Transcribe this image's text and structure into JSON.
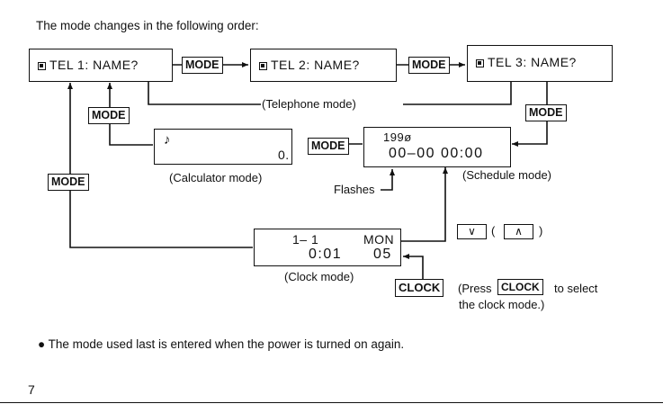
{
  "intro": "The mode changes in the following order:",
  "tel1": "TEL 1: NAME?",
  "tel2": "TEL 2: NAME?",
  "tel3": "TEL 3: NAME?",
  "key_mode": "MODE",
  "key_clock": "CLOCK",
  "telephone_mode": "(Telephone mode)",
  "calc_note_icon": "♪",
  "calc_value": "0.",
  "calculator_mode": "(Calculator mode)",
  "sched_year": "199ø",
  "sched_time": "00–00   00:00",
  "schedule_mode": "(Schedule mode)",
  "flashes": "Flashes",
  "clock_date": "1–  1",
  "clock_day": "MON",
  "clock_time": "0:01",
  "clock_sec": "05",
  "clock_mode": "(Clock mode)",
  "down_key": "∨",
  "up_key": "∧",
  "paren_open": "(",
  "paren_close": ")",
  "press_pre": "(Press",
  "press_post": "to select",
  "press_line2": "the clock mode.)",
  "bullet_note": "● The mode used last is entered when the power is turned on again.",
  "page_number": "7"
}
